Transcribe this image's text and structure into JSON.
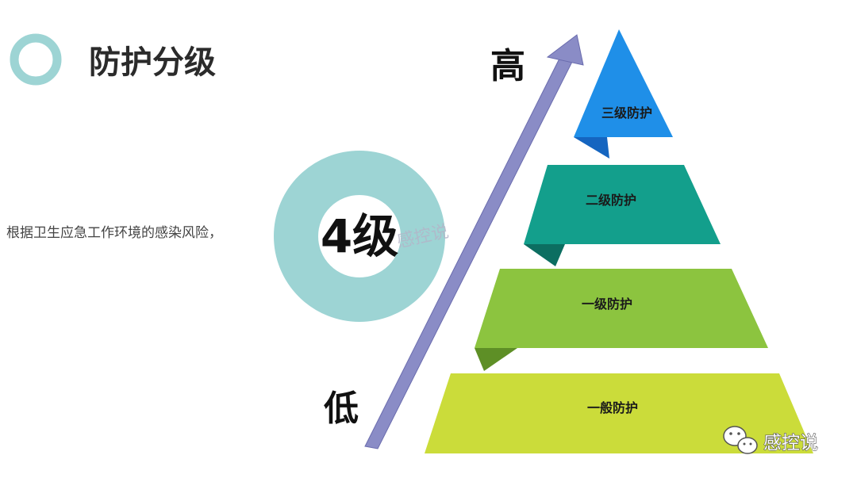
{
  "title": "防护分级",
  "description": "根据卫生应急工作环境的感染风险，",
  "ring_label": "4级",
  "axis": {
    "high": "高",
    "low": "低"
  },
  "tiers": [
    {
      "label": "三级防护",
      "color": "#1f8fe8",
      "fold_color": "#1565c0"
    },
    {
      "label": "二级防护",
      "color": "#139f8c",
      "fold_color": "#0c6e61"
    },
    {
      "label": "一级防护",
      "color": "#8cc43f",
      "fold_color": "#5e8f26"
    },
    {
      "label": "一般防护",
      "color": "#cbdc3a",
      "fold_color": "#9fae22"
    }
  ],
  "watermark": "感控说",
  "brand": {
    "name": "感控说",
    "icon": "wechat-icon"
  },
  "colors": {
    "accent_teal": "#9dd4d4",
    "arrow": "#8a8cc6"
  }
}
